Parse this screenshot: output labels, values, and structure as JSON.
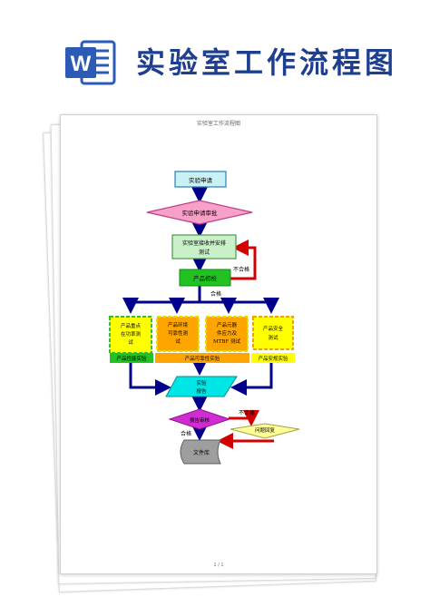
{
  "header": {
    "app_letter": "W",
    "title": "实验室工作流程图"
  },
  "document": {
    "page_title": "实验室工作流程图",
    "page_number": "1 / 1"
  },
  "flow": {
    "n1": "实验申请",
    "n2": "实验申请审批",
    "n3": [
      "实验室接收并安排",
      "测试"
    ],
    "n4": "产品初检",
    "fail1": "不合格",
    "pass1": "合格",
    "t1": [
      "产品重点",
      "在功率测",
      "试"
    ],
    "t2": [
      "产品环境",
      "可靠性测",
      "试"
    ],
    "t3": [
      "产品元器",
      "件应力及",
      "MTBF 测试"
    ],
    "t4": [
      "产品安全",
      "测试"
    ],
    "b1": "产品性能实验",
    "b2": "产品可靠性实验",
    "b3": "产品安规实验",
    "report": [
      "实验",
      "报告"
    ],
    "review": "报告审核",
    "fail2": "不合格",
    "feedback": "问题回复",
    "pass2": "合格",
    "archive": "文件库"
  },
  "colors": {
    "brand": "#2b5bb5",
    "title": "#1e3f8f",
    "start": "#c9f0f5",
    "diamond_pink": "#f7a0c8",
    "arrange": "#c9f0c9",
    "green": "#22c222",
    "yellow_box": "#ffff00",
    "orange": "#ffa500",
    "cyan": "#00e5e5",
    "magenta": "#d12cd1",
    "light_yellow": "#ffff99",
    "gray": "#9e9e9e",
    "arrow_blue": "#00008b",
    "arrow_red": "#d40000"
  }
}
